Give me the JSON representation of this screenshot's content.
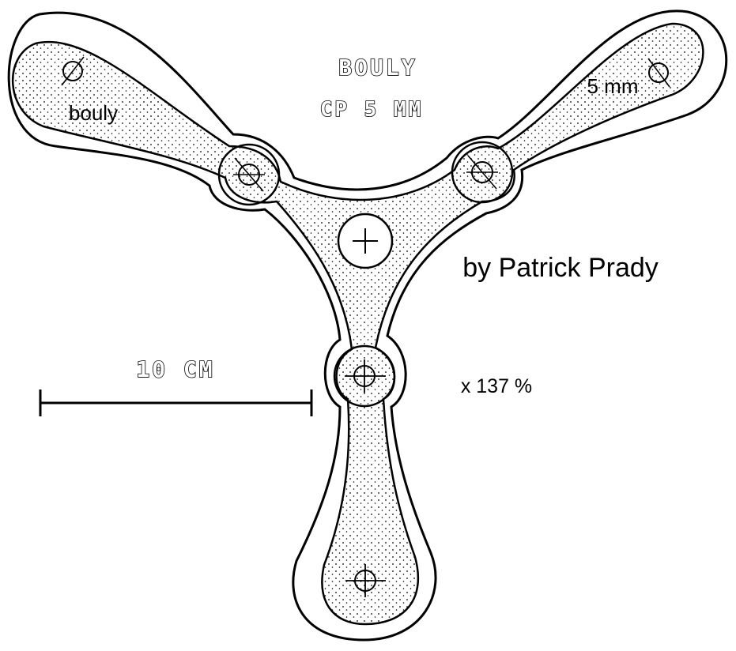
{
  "diagram": {
    "engraving_line1": "BOULY",
    "engraving_line2": "CP 5 MM",
    "wing_label": "bouly",
    "thickness_label": "5 mm",
    "author": "by Patrick Prady",
    "scale_label": "10 CM",
    "print_scale": "x 137 %",
    "colors": {
      "ink": "#000000",
      "paper": "#ffffff"
    }
  }
}
